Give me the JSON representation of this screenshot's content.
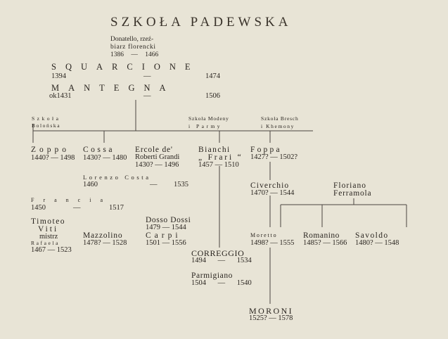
{
  "title": "SZKOŁA PADEWSKA",
  "nodes": {
    "donatello": {
      "line1": "Donatello, rzeź-",
      "line2": "biarz florencki",
      "dates": "1386 — 1466"
    },
    "squarcione": {
      "name": "SQUARCIONE",
      "born": "1394",
      "dash": "—",
      "died": "1474"
    },
    "mantegna": {
      "name": "MANTEGNA",
      "born": "ok1431",
      "dash": "—",
      "died": "1506"
    },
    "school_bologna": {
      "line1": "Szkoła",
      "line2": "Bolońska"
    },
    "school_modena": {
      "line1": "Szkoła Modeny",
      "line2": "i Parmy"
    },
    "school_brescia": {
      "line1": "Szkoła Bresch",
      "line2": "i Khemony"
    },
    "zoppo": {
      "name": "Zoppo",
      "dates": "1440? — 1498"
    },
    "cossa": {
      "name": "Cossa",
      "dates": "1430? — 1480"
    },
    "ercole": {
      "line1": "Ercole de'",
      "line2": "Roberti Grandi",
      "dates": "1430? — 1496"
    },
    "bianchi": {
      "line1": "Bianchi",
      "line2": "„ Frari “",
      "dates": "1457 — 1510"
    },
    "foppa": {
      "name": "Foppa",
      "dates": "1427? — 1502?"
    },
    "costa": {
      "name": "Lorenzo Costa",
      "born": "1460",
      "dash": "—",
      "died": "1535"
    },
    "civerchio": {
      "name": "Civerchio",
      "dates": "1470? — 1544"
    },
    "floriano": {
      "line1": "Floriano",
      "line2": "Ferramola"
    },
    "francia": {
      "name": "Francia",
      "born": "1450",
      "dash": "—",
      "died": "1517"
    },
    "timoteo": {
      "line1": "Timoteo",
      "line2": "Viti",
      "line3": "mistrz",
      "line4": "Rafaela",
      "dates": "1467 — 1523"
    },
    "mazzolino": {
      "name": "Mazzolino",
      "dates": "1478? — 1528"
    },
    "dosso": {
      "line1": "Dosso Dossi",
      "dates1": "1479 — 1544",
      "line2": "Carpi",
      "dates2": "1501 — 1556"
    },
    "moretto": {
      "name": "Moretto",
      "dates": "1498? — 1555"
    },
    "romanino": {
      "name": "Romanino",
      "dates": "1485? — 1566"
    },
    "savoldo": {
      "name": "Savoldo",
      "dates": "1480? — 1548"
    },
    "correggio": {
      "name": "CORREGGIO",
      "dates": "1494 — 1534"
    },
    "parmigiano": {
      "name": "Parmigiano",
      "dates": "1504 — 1540"
    },
    "moroni": {
      "name": "MORONI",
      "dates": "1525? — 1578"
    }
  },
  "colors": {
    "background": "#e8e4d6",
    "ink": "#2a2520",
    "lines": "#4a4540"
  }
}
